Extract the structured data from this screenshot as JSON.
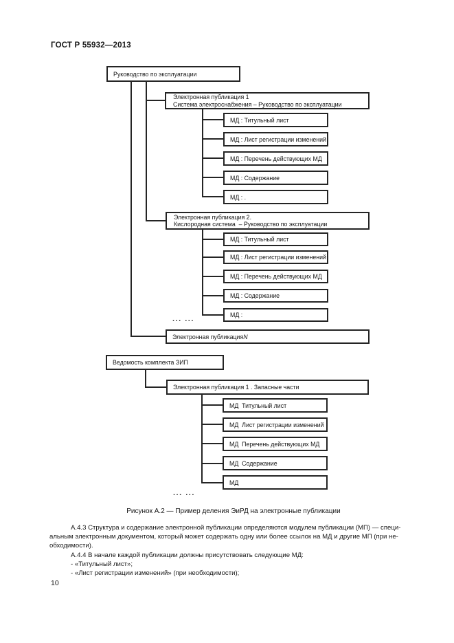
{
  "colors": {
    "ink": "#242424",
    "paper": "#ffffff"
  },
  "page": {
    "header": "ГОСТ Р 55932—2013",
    "page_number": "10",
    "caption": "Рисунок А.2 — Пример деления ЭиРД на электронные публикации"
  },
  "diagram": {
    "tree1": {
      "root": "Руководство по эксплуатации",
      "pub1": {
        "line1": "Электронная публикация 1",
        "line2": "Система электроснабжения – Руководство по эксплуатации",
        "md": [
          "МД : Титульный лист",
          "МД : Лист регистрации изменений",
          "МД : Перечень действующих МД",
          "МД : Содержание",
          "МД : ."
        ]
      },
      "pub2": {
        "line1": "Электронная публикация 2.",
        "line2": "Кислородная система  – Руководство по эксплуатации",
        "md": [
          "МД : Титульный лист",
          "МД : Лист регистрации изменений",
          "МД : Перечень действующих МД",
          "МД : Содержание",
          "МД :"
        ]
      },
      "dots": "... ...",
      "pubn_label": "Электронная публикация ",
      "pubn_n": "N"
    },
    "tree2": {
      "root": "Ведомость комплекта ЗИП",
      "pub1": {
        "title": "Электронная публикация 1 . Запасные части",
        "md": [
          "МД  Титульный лист",
          "МД  Лист регистрации изменений",
          "МД  Перечень действующих МД",
          "МД  Содержание",
          "МД"
        ]
      },
      "dots": "... ..."
    }
  },
  "text": {
    "a43_lines": [
      "А.4.3 Структура и содержание электронной публикации определяются модулем публикации (МП) — специ-",
      "альным электронным документом, который может содержать одну или более ссылок на МД и другие МП (при не-",
      "обходимости)."
    ],
    "a44": "А.4.4 В начале каждой публикации должны присутствовать следующие МД:",
    "bullets": [
      "- «Титульный лист»;",
      "- «Лист регистрации изменений» (при необходимости);"
    ]
  }
}
